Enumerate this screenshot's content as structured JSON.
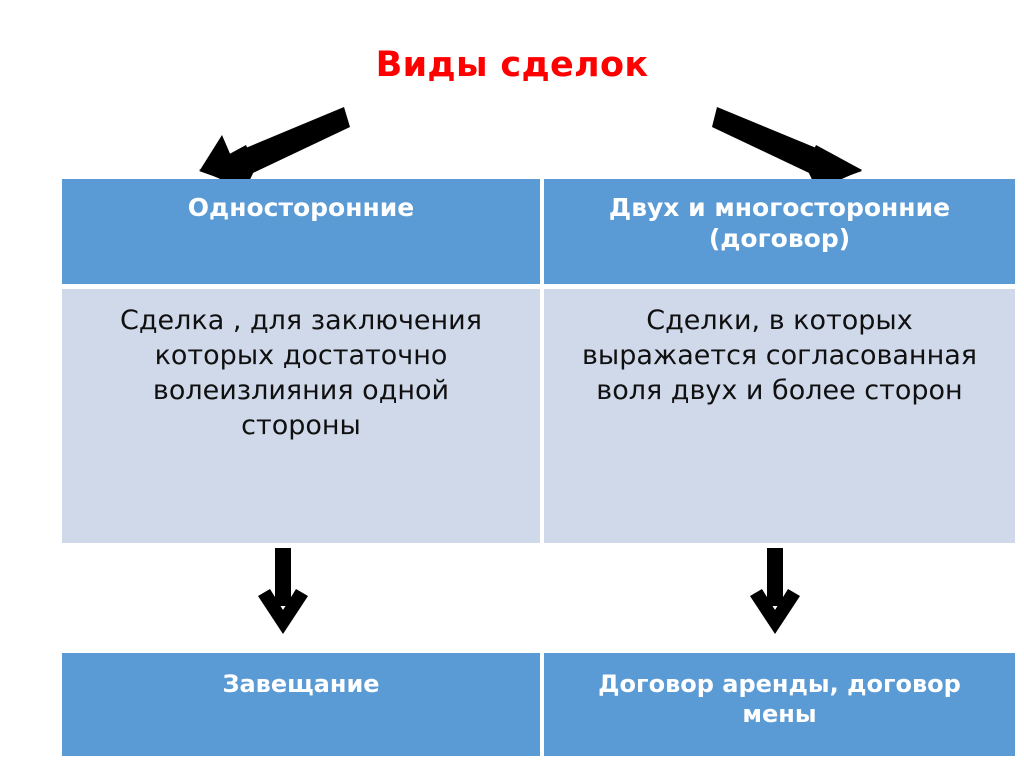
{
  "slide": {
    "title": "Виды сделок",
    "title_color": "#FF0000",
    "background_color": "#FFFFFF",
    "header_fill": "#5B9BD5",
    "body_fill": "#CFD9EA",
    "header_text_color": "#FFFFFF",
    "body_text_color": "#101010",
    "arrow_color": "#000000"
  },
  "diagram": {
    "top_table": {
      "columns": [
        {
          "header": "Односторонние",
          "body": "Сделка , для заключения которых достаточно волеизлияния одной стороны",
          "example": "Завещание"
        },
        {
          "header": "Двух и многосторонние (договор)",
          "body": "Сделки, в которых выражается согласованная воля двух и более сторон",
          "example": "Договор аренды, договор мены"
        }
      ]
    },
    "arrows": [
      {
        "name": "arrow-title-to-left-column",
        "direction": "down-left"
      },
      {
        "name": "arrow-title-to-right-column",
        "direction": "down-right"
      },
      {
        "name": "arrow-left-body-to-example",
        "direction": "down"
      },
      {
        "name": "arrow-right-body-to-example",
        "direction": "down"
      }
    ]
  }
}
